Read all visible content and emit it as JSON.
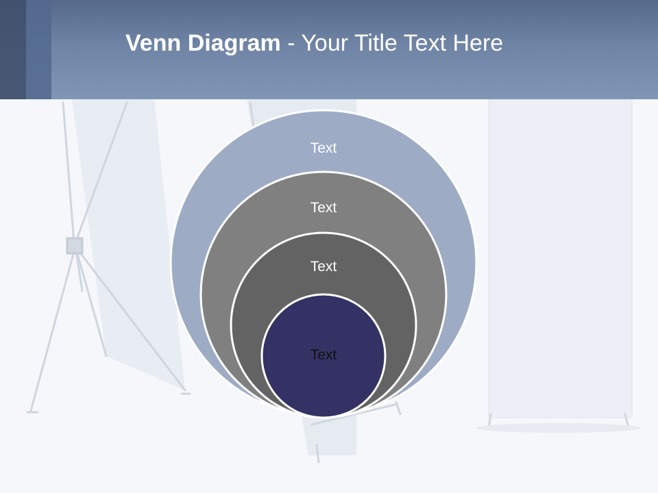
{
  "title": {
    "bold": "Venn Diagram",
    "rest": " - Your Title Text Here"
  },
  "rings": [
    {
      "label": "Text",
      "fill": "#9dacc4",
      "text_color": "#ffffff"
    },
    {
      "label": "Text",
      "fill": "#808080",
      "text_color": "#ffffff"
    },
    {
      "label": "Text",
      "fill": "#636363",
      "text_color": "#ffffff"
    },
    {
      "label": "Text",
      "fill": "#343264",
      "text_color": "#111111"
    }
  ],
  "colors": {
    "header_dark": "#56698a",
    "header_light": "#8196b6",
    "background": "#f5f7fa",
    "ring_stroke": "#ffffff"
  }
}
